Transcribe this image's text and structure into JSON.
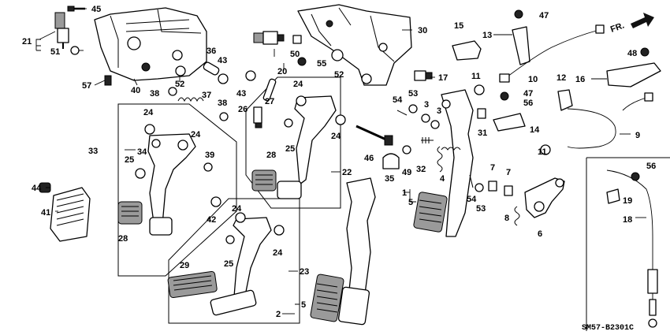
{
  "callouts": [
    {
      "id": "c45",
      "text": "45"
    },
    {
      "id": "c21",
      "text": "21"
    },
    {
      "id": "c51",
      "text": "51"
    },
    {
      "id": "c57",
      "text": "57"
    },
    {
      "id": "c40",
      "text": "40"
    },
    {
      "id": "c52a",
      "text": "52"
    },
    {
      "id": "c36",
      "text": "36"
    },
    {
      "id": "c43a",
      "text": "43"
    },
    {
      "id": "c50",
      "text": "50"
    },
    {
      "id": "c20",
      "text": "20"
    },
    {
      "id": "c55",
      "text": "55"
    },
    {
      "id": "c52b",
      "text": "52"
    },
    {
      "id": "c30",
      "text": "30"
    },
    {
      "id": "c15",
      "text": "15"
    },
    {
      "id": "c47a",
      "text": "47"
    },
    {
      "id": "c13",
      "text": "13"
    },
    {
      "id": "c17",
      "text": "17"
    },
    {
      "id": "c10",
      "text": "10"
    },
    {
      "id": "c11a",
      "text": "11"
    },
    {
      "id": "c48",
      "text": "48"
    },
    {
      "id": "c16",
      "text": "16"
    },
    {
      "id": "c12",
      "text": "12"
    },
    {
      "id": "c47b",
      "text": "47"
    },
    {
      "id": "c56a",
      "text": "56"
    },
    {
      "id": "c14",
      "text": "14"
    },
    {
      "id": "c9",
      "text": "9"
    },
    {
      "id": "c11b",
      "text": "11"
    },
    {
      "id": "c38a",
      "text": "38"
    },
    {
      "id": "c37",
      "text": "37"
    },
    {
      "id": "c38b",
      "text": "38"
    },
    {
      "id": "c43b",
      "text": "43"
    },
    {
      "id": "c27",
      "text": "27"
    },
    {
      "id": "c26",
      "text": "26"
    },
    {
      "id": "c24a",
      "text": "24"
    },
    {
      "id": "c24b",
      "text": "24"
    },
    {
      "id": "c24c",
      "text": "24"
    },
    {
      "id": "c24d",
      "text": "24"
    },
    {
      "id": "c33",
      "text": "33"
    },
    {
      "id": "c34",
      "text": "34"
    },
    {
      "id": "c39",
      "text": "39"
    },
    {
      "id": "c25a",
      "text": "25"
    },
    {
      "id": "c25b",
      "text": "25"
    },
    {
      "id": "c28a",
      "text": "28"
    },
    {
      "id": "c28b",
      "text": "28"
    },
    {
      "id": "c22",
      "text": "22"
    },
    {
      "id": "c46",
      "text": "46"
    },
    {
      "id": "c54a",
      "text": "54"
    },
    {
      "id": "c53a",
      "text": "53"
    },
    {
      "id": "c3a",
      "text": "3"
    },
    {
      "id": "c3b",
      "text": "3"
    },
    {
      "id": "c31",
      "text": "31"
    },
    {
      "id": "c49",
      "text": "49"
    },
    {
      "id": "c32",
      "text": "32"
    },
    {
      "id": "c35",
      "text": "35"
    },
    {
      "id": "c4",
      "text": "4"
    },
    {
      "id": "c1",
      "text": "1"
    },
    {
      "id": "c5a",
      "text": "5"
    },
    {
      "id": "c54b",
      "text": "54"
    },
    {
      "id": "c53b",
      "text": "53"
    },
    {
      "id": "c7a",
      "text": "7"
    },
    {
      "id": "c7b",
      "text": "7"
    },
    {
      "id": "c8",
      "text": "8"
    },
    {
      "id": "c6",
      "text": "6"
    },
    {
      "id": "c56b",
      "text": "56"
    },
    {
      "id": "c19",
      "text": "19"
    },
    {
      "id": "c18",
      "text": "18"
    },
    {
      "id": "c44",
      "text": "44"
    },
    {
      "id": "c41",
      "text": "41"
    },
    {
      "id": "c42",
      "text": "42"
    },
    {
      "id": "c24e",
      "text": "24"
    },
    {
      "id": "c24f",
      "text": "24"
    },
    {
      "id": "c25c",
      "text": "25"
    },
    {
      "id": "c29",
      "text": "29"
    },
    {
      "id": "c23",
      "text": "23"
    },
    {
      "id": "c5b",
      "text": "5"
    },
    {
      "id": "c2",
      "text": "2"
    }
  ],
  "direction_label": "FR.",
  "diagram_code": "SM57-B2301C"
}
